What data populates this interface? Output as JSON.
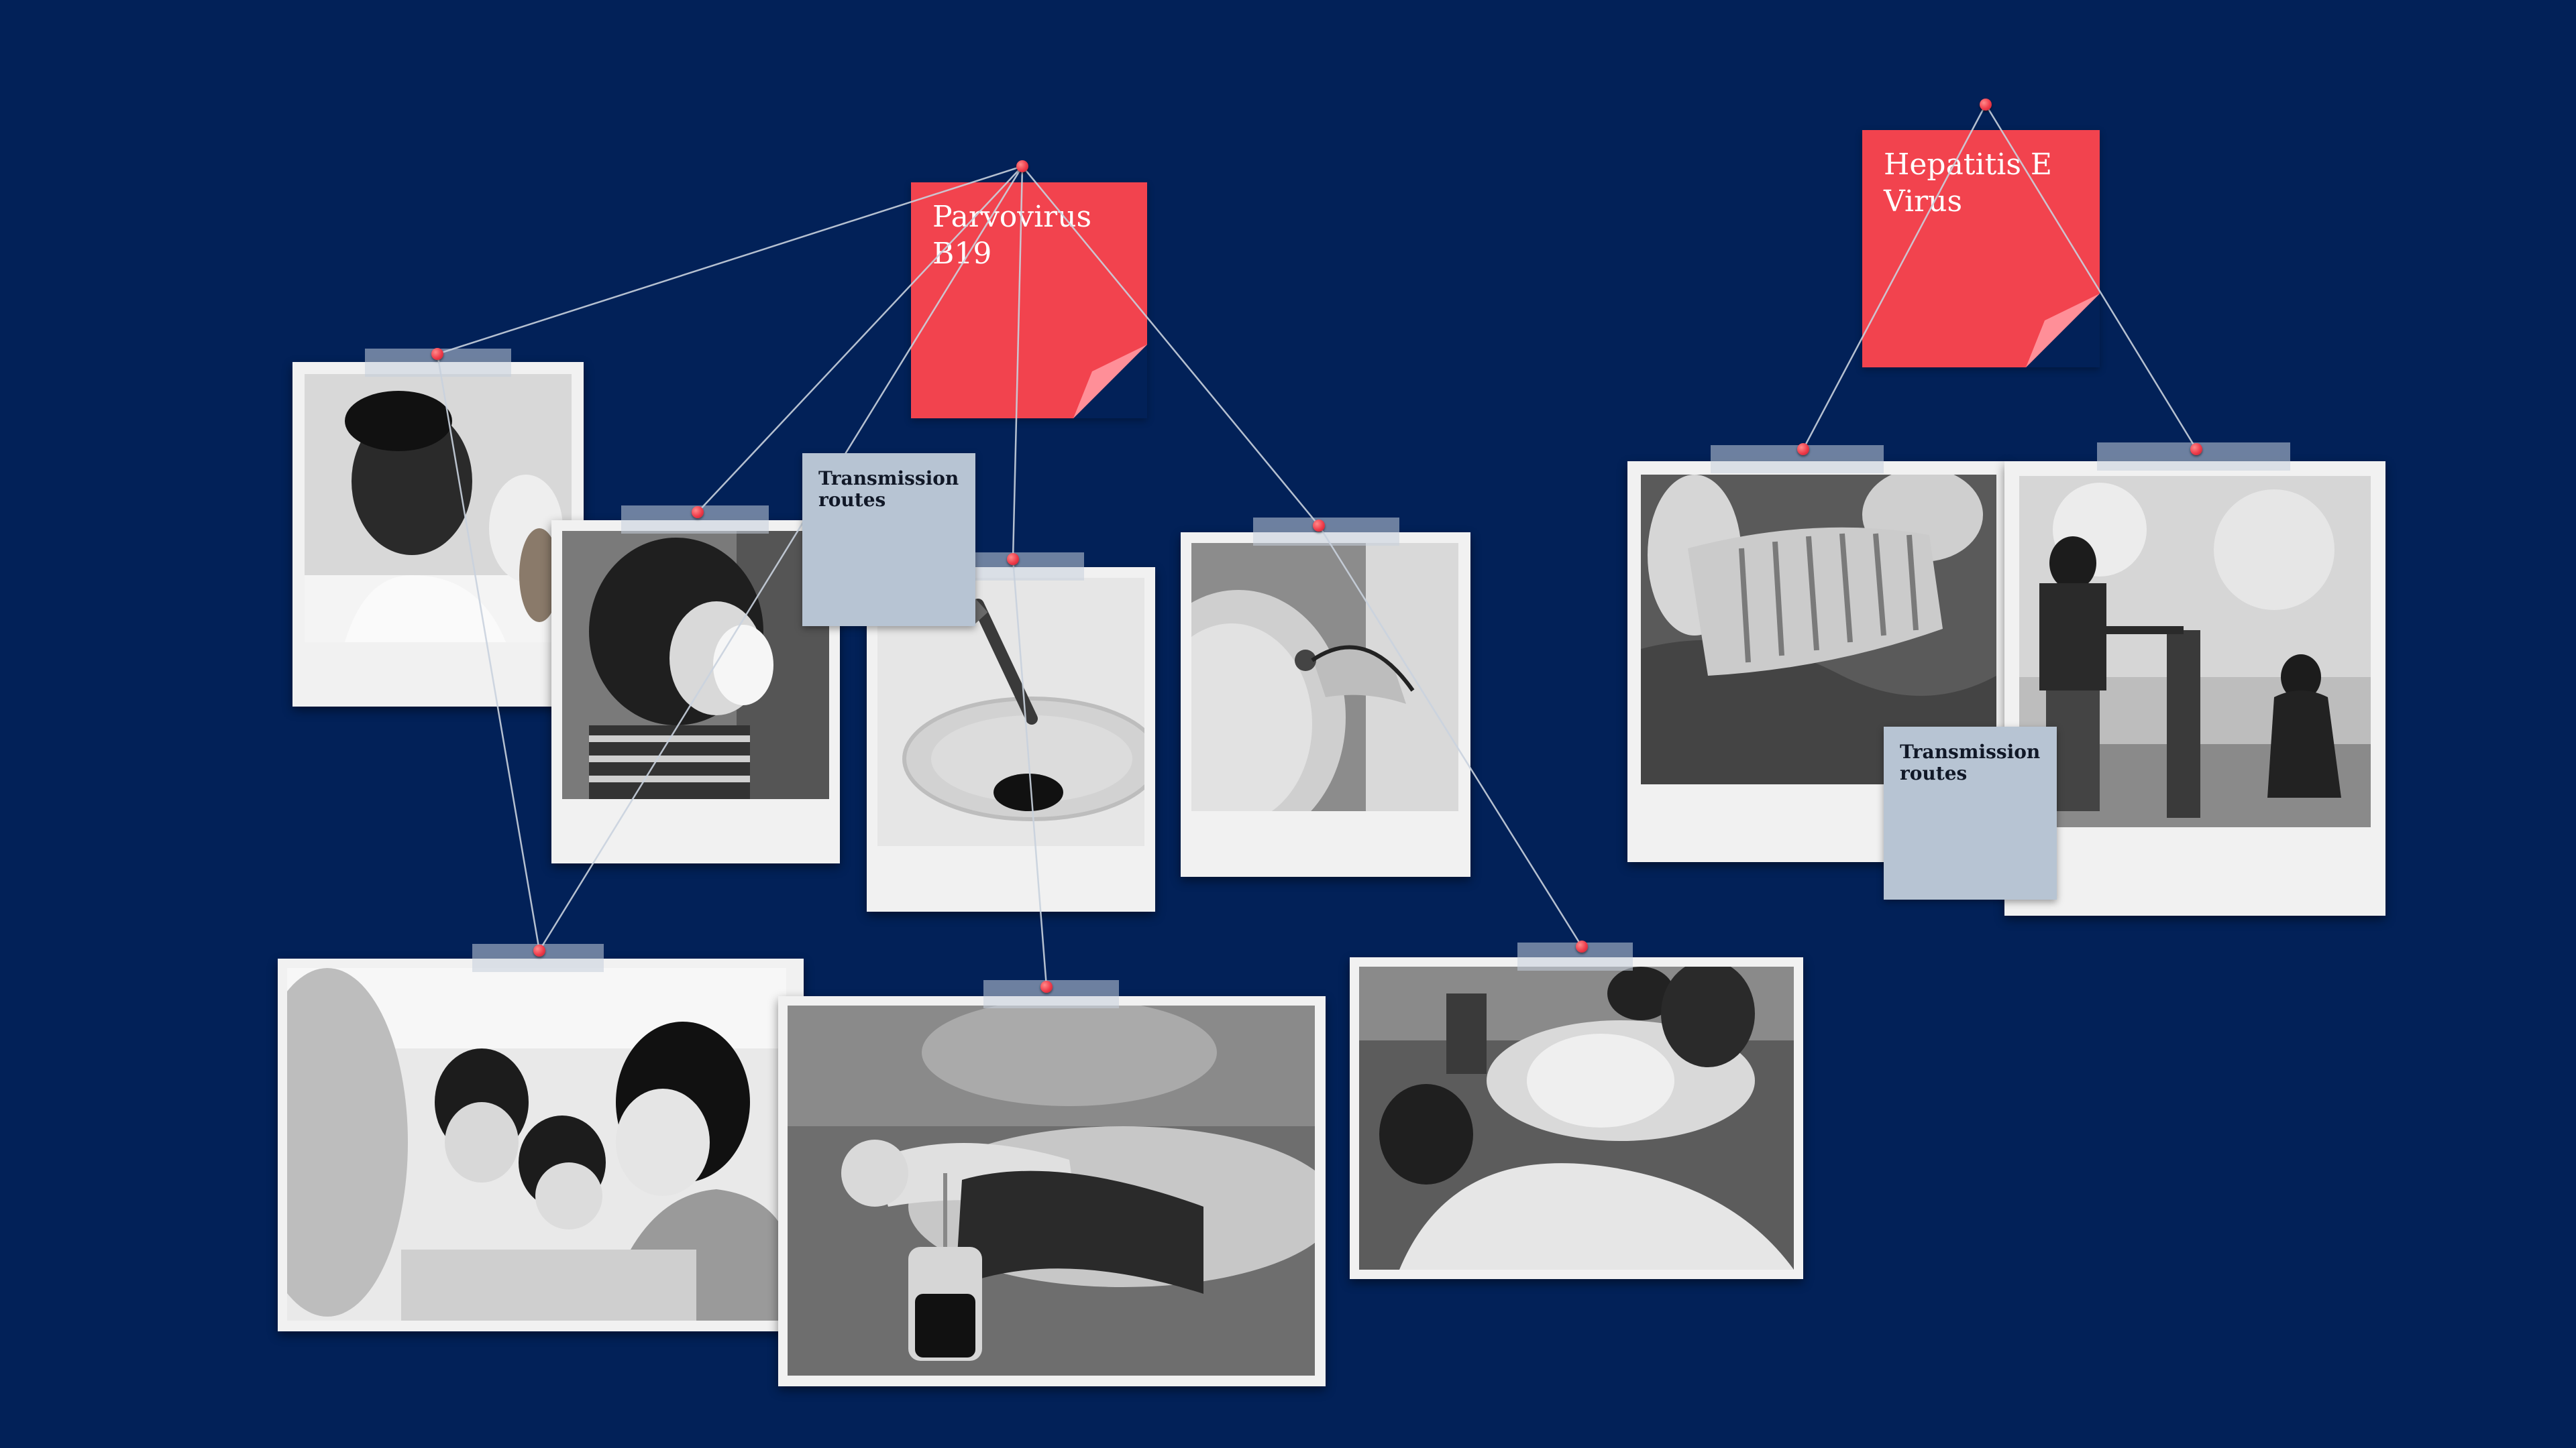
{
  "diagram": {
    "groups": [
      {
        "id": "parvo",
        "title": "Parvovirus\nB19",
        "note": "Transmission\nroutes"
      },
      {
        "id": "hev",
        "title": "Hepatitis E\nVirus",
        "note": "Transmission\nroutes"
      }
    ],
    "photos": [
      {
        "id": "sneeze-man",
        "icon": "man-sneezing-photo"
      },
      {
        "id": "child-tissue",
        "icon": "child-blowing-nose-photo"
      },
      {
        "id": "pipette",
        "icon": "pipette-blood-drop-photo"
      },
      {
        "id": "doctor-pregnant",
        "icon": "doctor-examining-pregnant-belly-photo"
      },
      {
        "id": "classroom",
        "icon": "children-classroom-photo"
      },
      {
        "id": "blood-donation",
        "icon": "blood-donation-bag-photo"
      },
      {
        "id": "family-pregnant",
        "icon": "family-with-pregnant-mother-photo"
      },
      {
        "id": "raw-pork",
        "icon": "raw-pork-ribs-photo"
      },
      {
        "id": "water-pump",
        "icon": "children-water-pump-photo"
      }
    ]
  },
  "colors": {
    "background": "#022158",
    "accent_red": "#f2434e",
    "note_blue": "#b7c4d3",
    "string": "#c9d2de"
  }
}
